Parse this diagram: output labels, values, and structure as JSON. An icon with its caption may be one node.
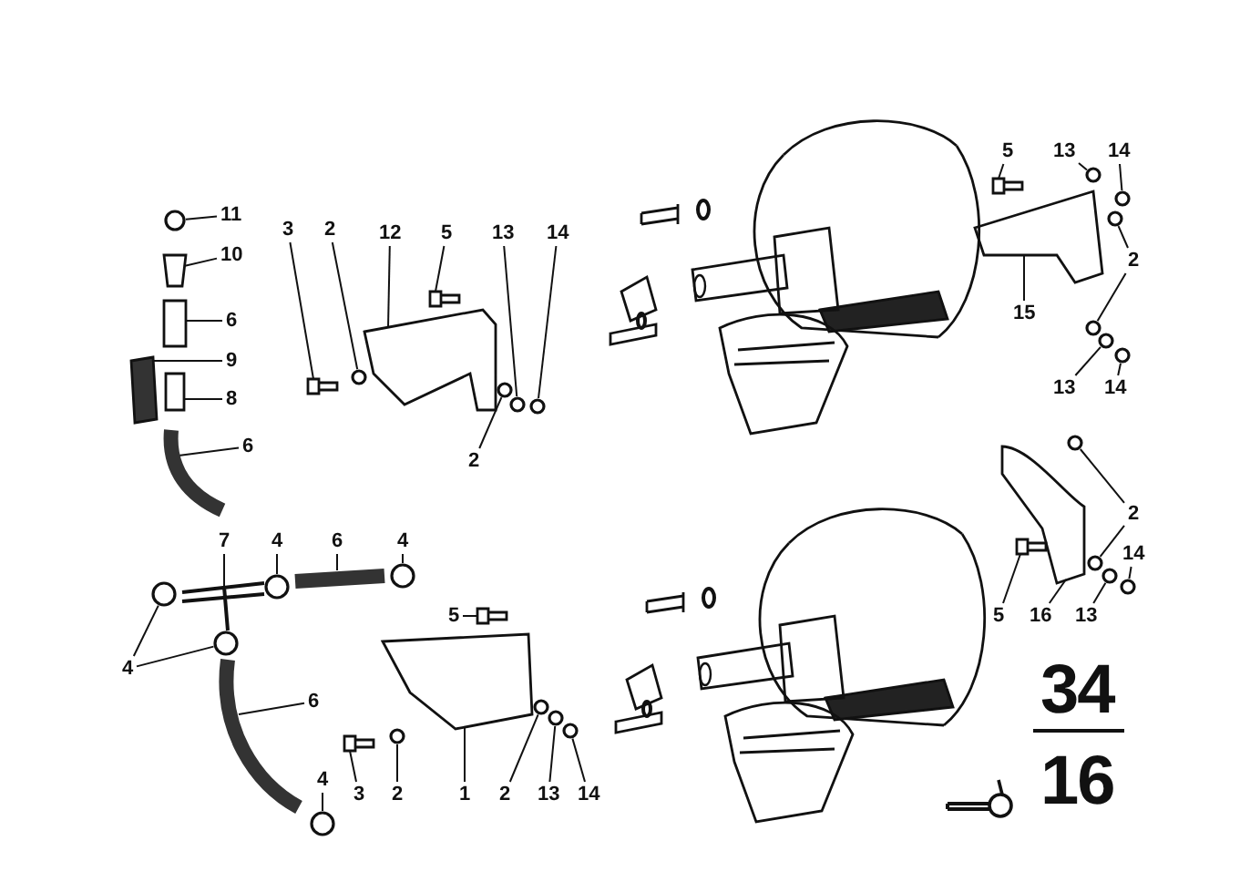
{
  "diagram": {
    "nodes": [
      {
        "text": [
          "11"
        ]
      },
      {
        "text": [
          "10"
        ]
      },
      {
        "text": [
          "6"
        ]
      },
      {
        "text": [
          "9"
        ]
      },
      {
        "text": [
          "8"
        ]
      },
      {
        "text": [
          "6"
        ]
      },
      {
        "text": [
          "3"
        ]
      },
      {
        "text": [
          "2"
        ]
      },
      {
        "text": [
          "12"
        ]
      },
      {
        "text": [
          "5"
        ]
      },
      {
        "text": [
          "13"
        ]
      },
      {
        "text": [
          "14"
        ]
      },
      {
        "text": [
          "2"
        ]
      },
      {
        "text": [
          "5"
        ]
      },
      {
        "text": [
          "13"
        ]
      },
      {
        "text": [
          "14"
        ]
      },
      {
        "text": [
          "2"
        ]
      },
      {
        "text": [
          "15"
        ]
      },
      {
        "text": [
          "13"
        ]
      },
      {
        "text": [
          "14"
        ]
      },
      {
        "text": [
          "2"
        ]
      },
      {
        "text": [
          "14"
        ]
      },
      {
        "text": [
          "5"
        ]
      },
      {
        "text": [
          "16"
        ]
      },
      {
        "text": [
          "13"
        ]
      },
      {
        "text": [
          "7"
        ]
      },
      {
        "text": [
          "4"
        ]
      },
      {
        "text": [
          "6"
        ]
      },
      {
        "text": [
          "4"
        ]
      },
      {
        "text": [
          "4"
        ]
      },
      {
        "text": [
          "6"
        ]
      },
      {
        "text": [
          "5"
        ]
      },
      {
        "text": [
          "4"
        ]
      },
      {
        "text": [
          "3"
        ]
      },
      {
        "text": [
          "2"
        ]
      },
      {
        "text": [
          "1"
        ]
      },
      {
        "text": [
          "2"
        ]
      },
      {
        "text": [
          "13"
        ]
      },
      {
        "text": [
          "14"
        ]
      },
      {
        "text": [],
        "shape": "circle"
      },
      {
        "text": [],
        "shape": "picture"
      },
      {
        "text": [],
        "shape": "picture"
      },
      {
        "text": [],
        "shape": "picture"
      },
      {
        "text": [],
        "shape": "picture"
      },
      {
        "text": [],
        "shape": "picture"
      },
      {
        "text": [],
        "shape": "picture"
      },
      {
        "text": [],
        "shape": "circle"
      },
      {
        "text": [],
        "shape": "picture"
      },
      {
        "text": [],
        "shape": "picture"
      },
      {
        "text": [],
        "shape": "circle"
      },
      {
        "text": [],
        "shape": "circle"
      },
      {
        "text": [],
        "shape": "circle"
      },
      {
        "text": [],
        "shape": "picture"
      },
      {
        "text": [],
        "shape": "circle"
      },
      {
        "text": [],
        "shape": "circle"
      },
      {
        "text": [],
        "shape": "circle"
      },
      {
        "text": [],
        "shape": "circle"
      },
      {
        "text": [],
        "shape": "picture"
      },
      {
        "text": [],
        "shape": "circle"
      },
      {
        "text": [],
        "shape": "circle"
      },
      {
        "text": [],
        "shape": "circle"
      },
      {
        "text": [],
        "shape": "circle"
      },
      {
        "text": [],
        "shape": "circle"
      },
      {
        "text": [],
        "shape": "picture"
      },
      {
        "text": [],
        "shape": "picture"
      },
      {
        "text": [],
        "shape": "circle"
      },
      {
        "text": [],
        "shape": "picture"
      },
      {
        "text": [],
        "shape": "circle"
      },
      {
        "text": [],
        "shape": "picture"
      },
      {
        "text": [],
        "shape": "circle"
      },
      {
        "text": [],
        "shape": "circle"
      },
      {
        "text": [],
        "shape": "circle"
      },
      {
        "text": [],
        "shape": "picture"
      },
      {
        "text": [],
        "shape": "picture"
      },
      {
        "text": [],
        "shape": "circle"
      },
      {
        "text": [],
        "shape": "picture"
      },
      {
        "text": [],
        "shape": "circle"
      },
      {
        "text": [],
        "shape": "picture"
      },
      {
        "text": [],
        "shape": "circle"
      },
      {
        "text": [],
        "shape": "circle"
      },
      {
        "text": [],
        "shape": "circle"
      }
    ],
    "edges": [
      {
        "from": 0,
        "to": 39,
        "arrow": "none"
      },
      {
        "from": 1,
        "to": 40,
        "arrow": "none"
      },
      {
        "from": 2,
        "to": 41,
        "arrow": "none"
      },
      {
        "from": 3,
        "to": 42,
        "arrow": "none"
      },
      {
        "from": 4,
        "to": 43,
        "arrow": "none"
      },
      {
        "from": 5,
        "to": 44,
        "arrow": "none"
      },
      {
        "from": 6,
        "to": 45,
        "arrow": "none"
      },
      {
        "from": 7,
        "to": 46,
        "arrow": "none"
      },
      {
        "from": 8,
        "to": 47,
        "arrow": "none"
      },
      {
        "from": 9,
        "to": 48,
        "arrow": "none"
      },
      {
        "from": 10,
        "to": 49,
        "arrow": "none"
      },
      {
        "from": 11,
        "to": 50,
        "arrow": "none"
      },
      {
        "from": 12,
        "to": 51,
        "arrow": "none"
      },
      {
        "from": 13,
        "to": 52,
        "arrow": "none"
      },
      {
        "from": 14,
        "to": 53,
        "arrow": "none"
      },
      {
        "from": 15,
        "to": 54,
        "arrow": "none"
      },
      {
        "from": 16,
        "to": 55,
        "arrow": "none"
      },
      {
        "from": 16,
        "to": 56,
        "arrow": "none"
      },
      {
        "from": 17,
        "to": 57,
        "arrow": "none"
      },
      {
        "from": 18,
        "to": 58,
        "arrow": "none"
      },
      {
        "from": 19,
        "to": 59,
        "arrow": "none"
      },
      {
        "from": 20,
        "to": 60,
        "arrow": "none"
      },
      {
        "from": 20,
        "to": 61,
        "arrow": "none"
      },
      {
        "from": 21,
        "to": 62,
        "arrow": "none"
      },
      {
        "from": 22,
        "to": 63,
        "arrow": "none"
      },
      {
        "from": 23,
        "to": 64,
        "arrow": "none"
      },
      {
        "from": 24,
        "to": 65,
        "arrow": "none"
      },
      {
        "from": 25,
        "to": 66,
        "arrow": "none"
      },
      {
        "from": 26,
        "to": 67,
        "arrow": "none"
      },
      {
        "from": 27,
        "to": 68,
        "arrow": "none"
      },
      {
        "from": 28,
        "to": 69,
        "arrow": "none"
      },
      {
        "from": 29,
        "to": 70,
        "arrow": "none"
      },
      {
        "from": 29,
        "to": 71,
        "arrow": "none"
      },
      {
        "from": 30,
        "to": 72,
        "arrow": "none"
      },
      {
        "from": 31,
        "to": 73,
        "arrow": "none"
      },
      {
        "from": 32,
        "to": 74,
        "arrow": "none"
      },
      {
        "from": 33,
        "to": 75,
        "arrow": "none"
      },
      {
        "from": 34,
        "to": 76,
        "arrow": "none"
      },
      {
        "from": 35,
        "to": 77,
        "arrow": "none"
      },
      {
        "from": 36,
        "to": 78,
        "arrow": "none"
      },
      {
        "from": 37,
        "to": 79,
        "arrow": "none"
      },
      {
        "from": 38,
        "to": 80,
        "arrow": "none"
      }
    ],
    "labels": [
      "34",
      "16"
    ]
  }
}
